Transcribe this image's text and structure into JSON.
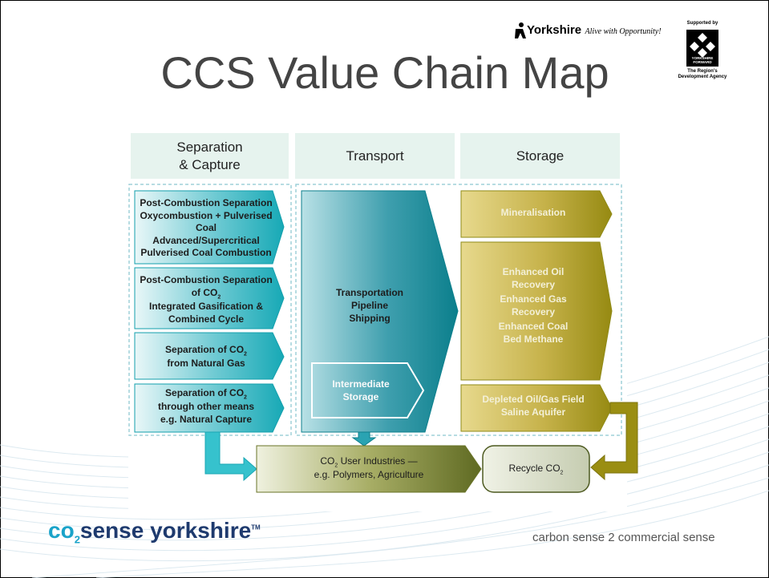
{
  "title": "CCS Value Chain Map",
  "branding": {
    "yorkshire": "Yorkshire",
    "yorkshire_tagline": "Alive with Opportunity!",
    "supported_by": "Supported by",
    "yf_name": "YORKSHIRE FORWARD",
    "yf_sub": "The Region's Development Agency",
    "footer_logo": "co₂sense yorkshire™",
    "footer_logo_co": "co",
    "footer_logo_sub": "2",
    "footer_logo_sense": "sense yorkshire",
    "footer_logo_tm": "TM",
    "footer_tagline": "carbon sense 2 commercial sense"
  },
  "headers": {
    "separation": "Separation\n& Capture",
    "transport": "Transport",
    "storage": "Storage"
  },
  "separation": [
    [
      "Post-Combustion Separation",
      "Oxycombustion + Pulverised",
      "Coal",
      "Advanced/Supercritical",
      "Pulverised Coal Combustion"
    ],
    [
      "Post-Combustion Separation",
      "of CO",
      "Integrated Gasification &",
      "Combined Cycle"
    ],
    [
      "Separation of CO",
      "from Natural Gas"
    ],
    [
      "Separation of CO",
      "through other means",
      "e.g. Natural Capture"
    ]
  ],
  "sub2": "2",
  "transport": {
    "main": [
      "Transportation",
      "Pipeline",
      "Shipping"
    ],
    "intermediate": [
      "Intermediate",
      "Storage"
    ]
  },
  "storage": {
    "mineral": "Mineralisation",
    "enhanced": [
      "Enhanced Oil",
      "Recovery",
      "Enhanced Gas",
      "Recovery",
      "Enhanced Coal",
      "Bed Methane"
    ],
    "depleted": [
      "Depleted Oil/Gas Field",
      "Saline Aquifer"
    ]
  },
  "bottom": {
    "users_line1": "CO",
    "users_line1_rest": " User Industries —",
    "users_line2": "e.g. Polymers, Agriculture",
    "recycle": "Recycle CO"
  },
  "colors": {
    "teal": "#1fb0bd",
    "teal_dark": "#0d7f8c",
    "olive": "#8f8a16",
    "olive_light": "#c9b64f",
    "header_bg": "#e6f3ee"
  }
}
